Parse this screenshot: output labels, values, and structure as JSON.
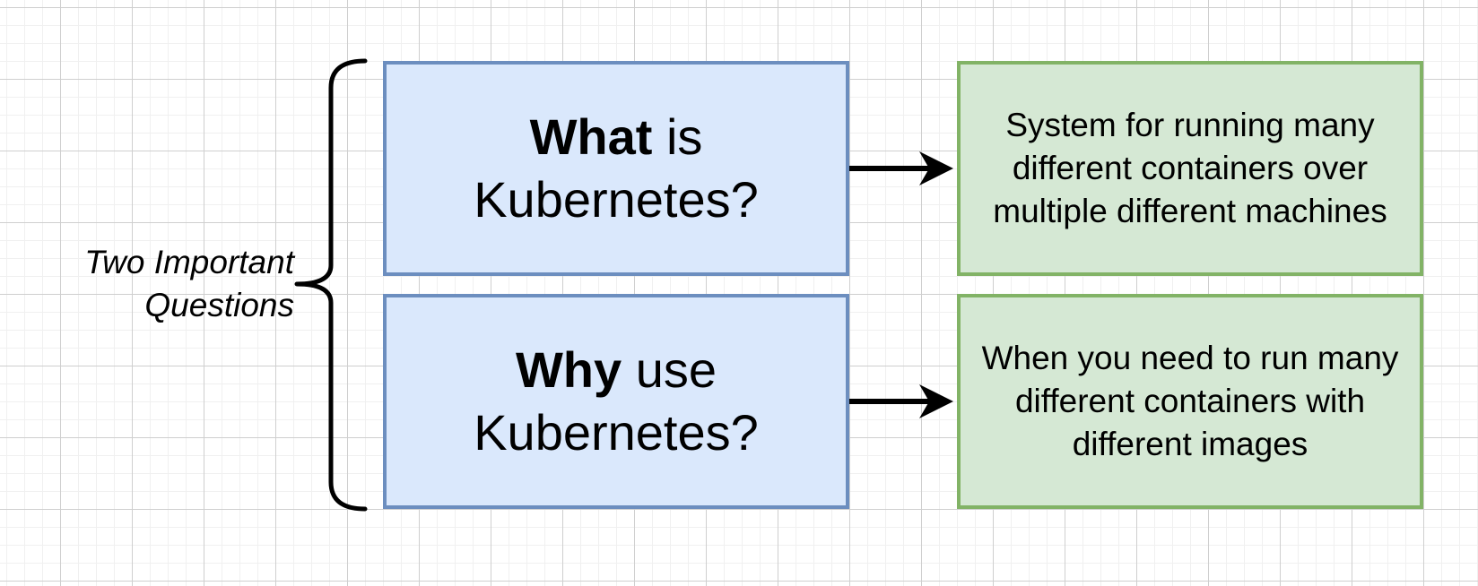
{
  "diagram": {
    "label": {
      "text": "Two Important\nQuestions"
    },
    "questions": [
      {
        "bold_word": "What",
        "line1_rest": " is",
        "line2": "Kubernetes?",
        "answer": "System for running many\ndifferent containers over\nmultiple different machines"
      },
      {
        "bold_word": "Why",
        "line1_rest": " use",
        "line2": "Kubernetes?",
        "answer": "When you need to run many\ndifferent containers with\ndifferent images"
      }
    ],
    "colors": {
      "question_fill": "#dae8fc",
      "question_border": "#6c8ebf",
      "answer_fill": "#d5e8d4",
      "answer_border": "#82b366",
      "connector": "#000000",
      "grid_minor": "#f0f0f0",
      "grid_major": "#cfcfcf",
      "background": "#ffffff",
      "text": "#000000"
    }
  }
}
